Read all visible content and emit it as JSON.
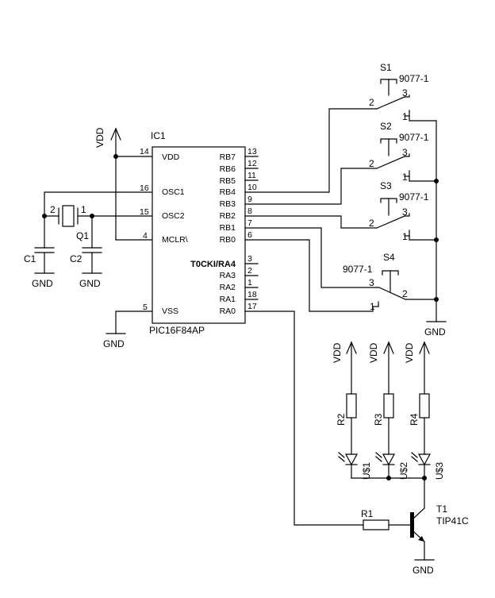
{
  "ic": {
    "ref": "IC1",
    "part": "PIC16F84AP",
    "left_pins": [
      {
        "num": "14",
        "name": "VDD"
      },
      {
        "num": "16",
        "name": "OSC1"
      },
      {
        "num": "15",
        "name": "OSC2"
      },
      {
        "num": "4",
        "name": "MCLR\\"
      },
      {
        "num": "5",
        "name": "VSS"
      }
    ],
    "right_pins": [
      {
        "num": "13",
        "name": "RB7"
      },
      {
        "num": "12",
        "name": "RB6"
      },
      {
        "num": "11",
        "name": "RB5"
      },
      {
        "num": "10",
        "name": "RB4"
      },
      {
        "num": "9",
        "name": "RB3"
      },
      {
        "num": "8",
        "name": "RB2"
      },
      {
        "num": "7",
        "name": "RB1"
      },
      {
        "num": "6",
        "name": "RB0"
      },
      {
        "num": "3",
        "name": "T0CKI/RA4"
      },
      {
        "num": "2",
        "name": "RA3"
      },
      {
        "num": "1",
        "name": "RA2"
      },
      {
        "num": "18",
        "name": "RA1"
      },
      {
        "num": "17",
        "name": "RA0"
      }
    ]
  },
  "power": {
    "vdd": "VDD",
    "gnd": "GND"
  },
  "crystal": {
    "ref": "Q1",
    "pin1": "1",
    "pin2": "2"
  },
  "capacitors": [
    "C1",
    "C2"
  ],
  "switches": [
    {
      "ref": "S1",
      "part": "9077-1",
      "p1": "1",
      "p2": "2",
      "p3": "3"
    },
    {
      "ref": "S2",
      "part": "9077-1",
      "p1": "1",
      "p2": "2",
      "p3": "3"
    },
    {
      "ref": "S3",
      "part": "9077-1",
      "p1": "1",
      "p2": "2",
      "p3": "3"
    },
    {
      "ref": "S4",
      "part": "9077-1",
      "p1": "1",
      "p2": "2",
      "p3": "3"
    }
  ],
  "resistors": [
    "R1",
    "R2",
    "R3",
    "R4"
  ],
  "leds": [
    "U$1",
    "U$2",
    "U$3"
  ],
  "transistor": {
    "ref": "T1",
    "part": "TIP41C"
  }
}
